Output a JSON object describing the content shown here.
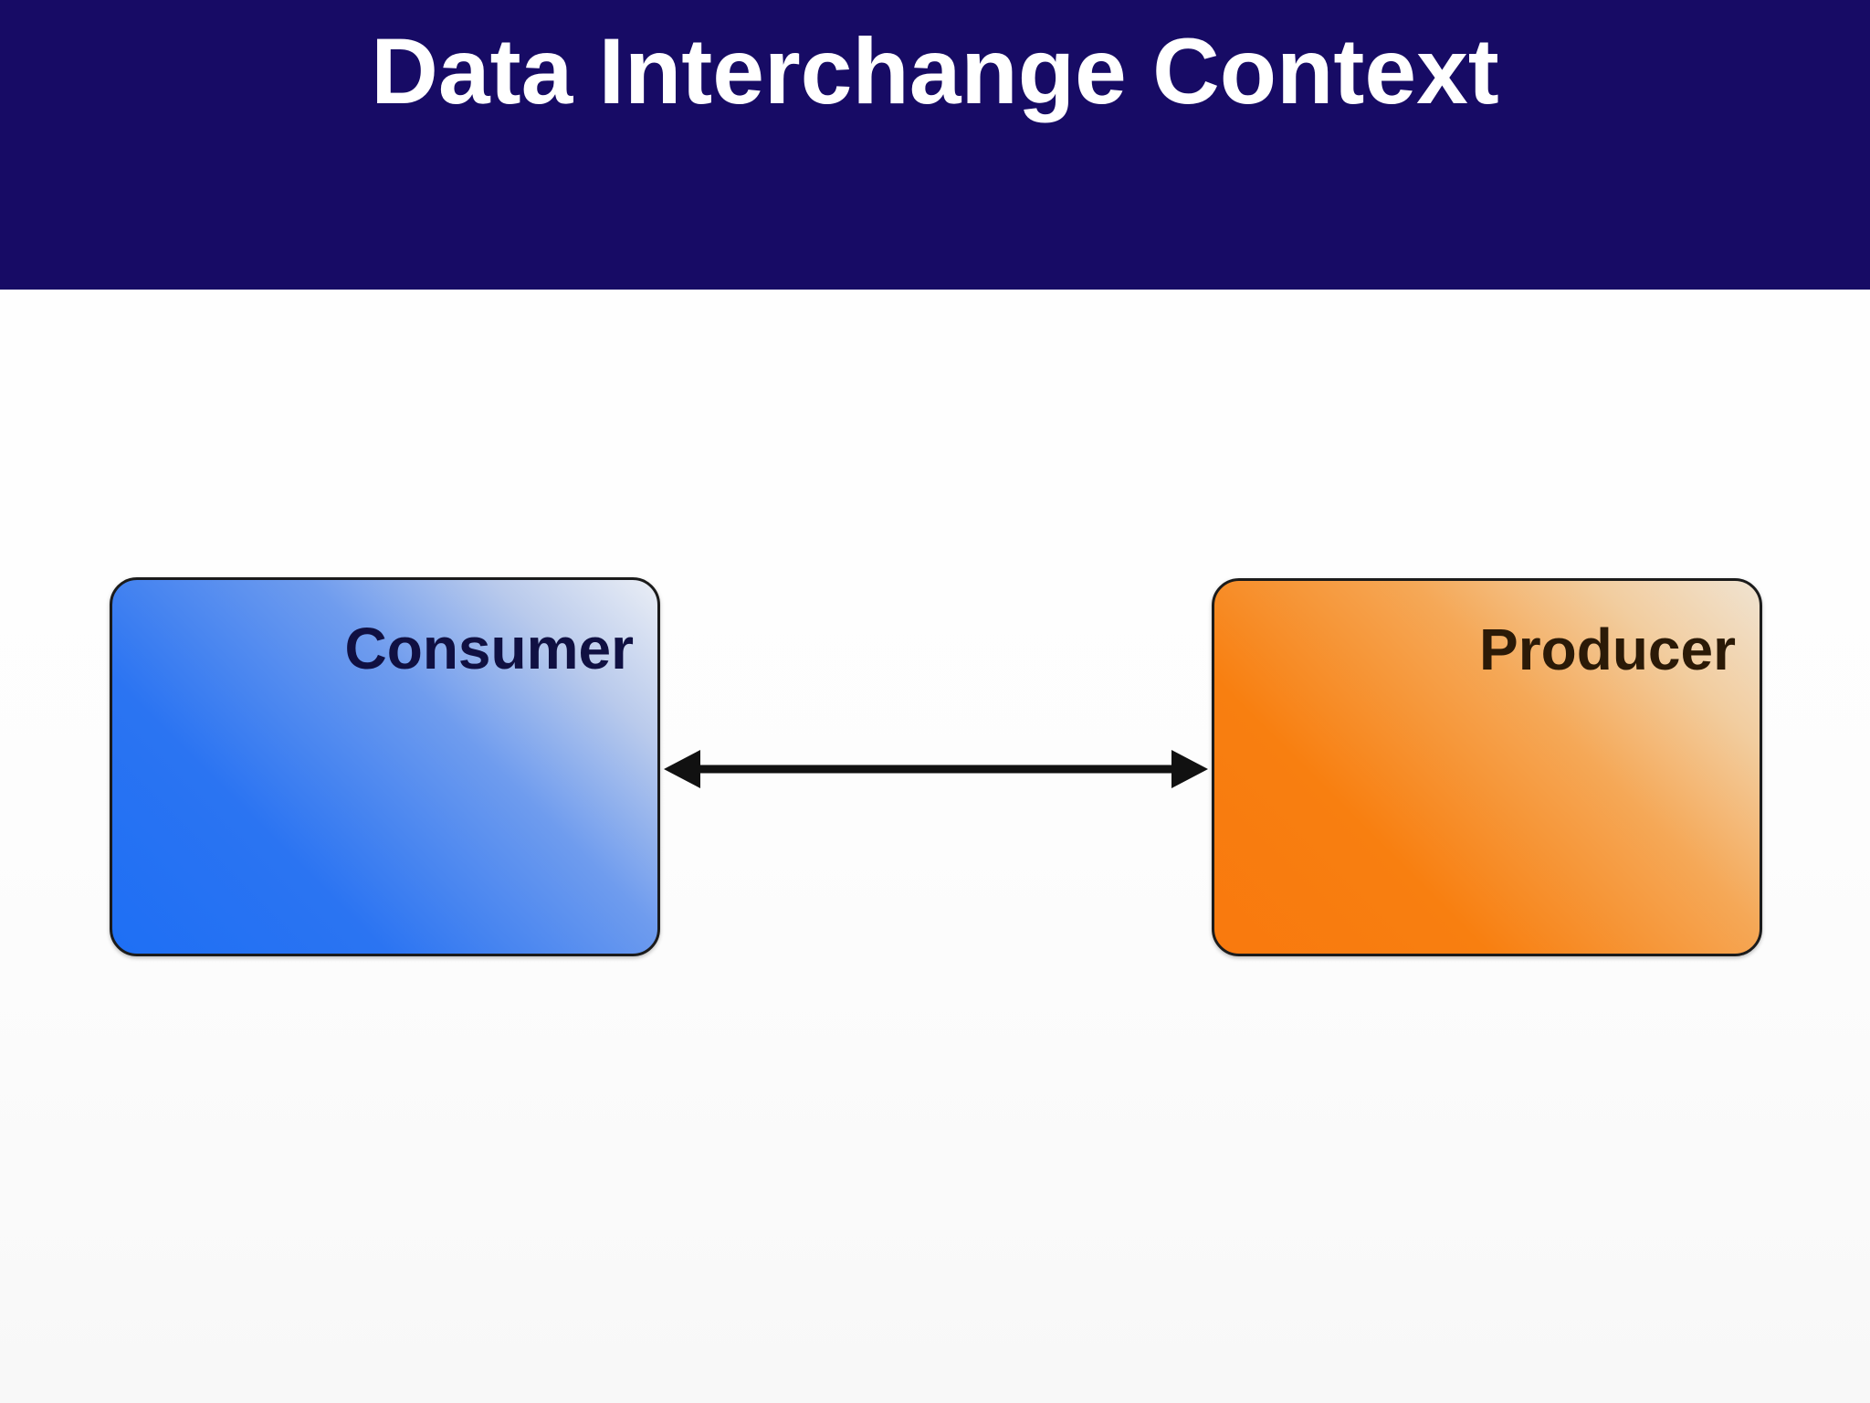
{
  "slide": {
    "title": "Data Interchange Context"
  },
  "colors": {
    "header_bg": "#170b65",
    "title_text": "#ffffff",
    "consumer_gradient_start": "#1e6ff4",
    "consumer_gradient_end": "#eaeef5",
    "consumer_label_color": "#101042",
    "producer_gradient_start": "#f9790e",
    "producer_gradient_end": "#f0e3d1",
    "producer_label_color": "#2b1a07",
    "node_border": "#1b1b1b",
    "arrow_color": "#111111"
  },
  "diagram": {
    "nodes": [
      {
        "id": "consumer",
        "label": "Consumer"
      },
      {
        "id": "producer",
        "label": "Producer"
      }
    ],
    "connector": {
      "type": "bidirectional-arrow",
      "from": "Consumer",
      "to": "Producer"
    }
  }
}
